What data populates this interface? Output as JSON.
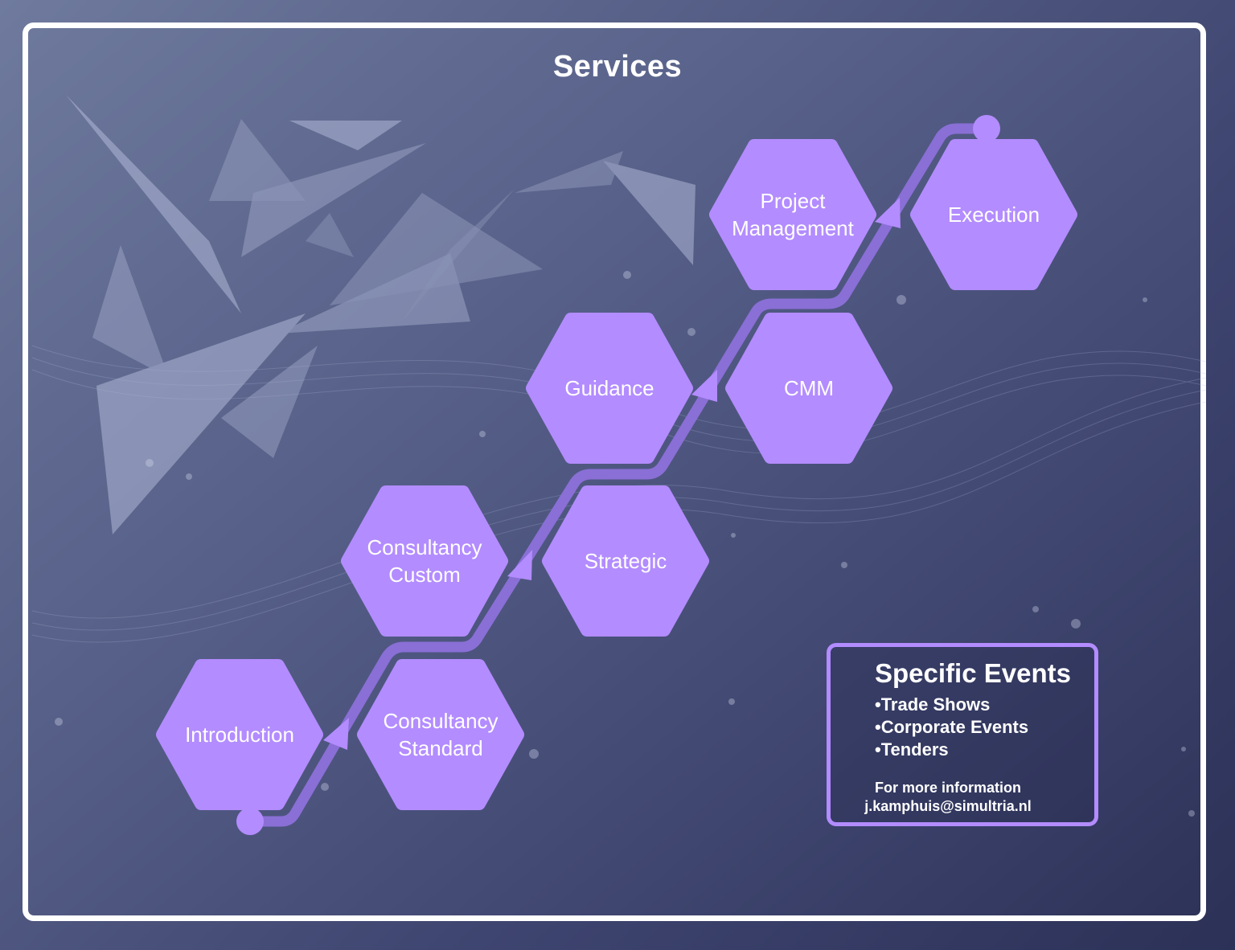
{
  "title": "Services",
  "colors": {
    "hexagon": "#b38cff",
    "path": "#8a6fd6",
    "frame": "#ffffff",
    "text": "#ffffff"
  },
  "hexagons": [
    {
      "id": "introduction",
      "lines": [
        "Introduction"
      ]
    },
    {
      "id": "consultancy-standard",
      "lines": [
        "Consultancy",
        "Standard"
      ]
    },
    {
      "id": "consultancy-custom",
      "lines": [
        "Consultancy",
        "Custom"
      ]
    },
    {
      "id": "strategic",
      "lines": [
        "Strategic"
      ]
    },
    {
      "id": "guidance",
      "lines": [
        "Guidance"
      ]
    },
    {
      "id": "cmm",
      "lines": [
        "CMM"
      ]
    },
    {
      "id": "project-management",
      "lines": [
        "Project",
        "Management"
      ]
    },
    {
      "id": "execution",
      "lines": [
        "Execution"
      ]
    }
  ],
  "events": {
    "title": "Specific Events",
    "items": [
      "Trade Shows",
      "Corporate Events",
      "Tenders"
    ],
    "info_line1": "For more information",
    "info_line2": "j.kamphuis@simultria.nl"
  }
}
